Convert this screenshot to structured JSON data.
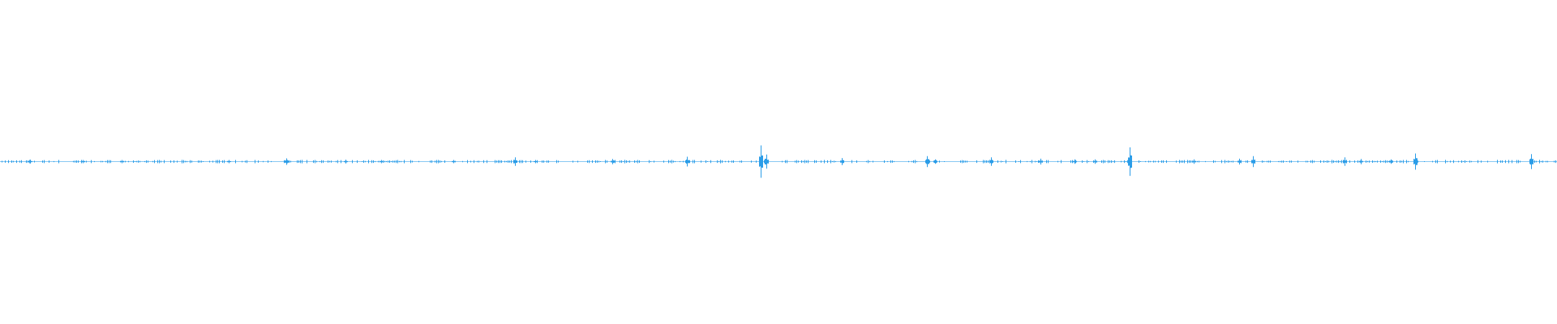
{
  "waveform": {
    "color": "#2b9de8",
    "background": "#ffffff",
    "peaks": [
      {
        "t": 0.0195,
        "amp": 0.12
      },
      {
        "t": 0.0533,
        "amp": 0.1
      },
      {
        "t": 0.0781,
        "amp": 0.08
      },
      {
        "t": 0.1471,
        "amp": 0.08
      },
      {
        "t": 0.1836,
        "amp": 0.2
      },
      {
        "t": 0.2221,
        "amp": 0.12
      },
      {
        "t": 0.2448,
        "amp": 0.08
      },
      {
        "t": 0.291,
        "amp": 0.1
      },
      {
        "t": 0.3307,
        "amp": 0.26
      },
      {
        "t": 0.3438,
        "amp": 0.1
      },
      {
        "t": 0.3932,
        "amp": 0.16
      },
      {
        "t": 0.4414,
        "amp": 0.3
      },
      {
        "t": 0.4883,
        "amp": 1.0
      },
      {
        "t": 0.4922,
        "amp": 0.44
      },
      {
        "t": 0.5404,
        "amp": 0.22
      },
      {
        "t": 0.5951,
        "amp": 0.34
      },
      {
        "t": 0.6003,
        "amp": 0.14
      },
      {
        "t": 0.6367,
        "amp": 0.26
      },
      {
        "t": 0.668,
        "amp": 0.18
      },
      {
        "t": 0.6901,
        "amp": 0.14
      },
      {
        "t": 0.7031,
        "amp": 0.14
      },
      {
        "t": 0.7253,
        "amp": 0.88
      },
      {
        "t": 0.7669,
        "amp": 0.14
      },
      {
        "t": 0.7956,
        "amp": 0.18
      },
      {
        "t": 0.8047,
        "amp": 0.34
      },
      {
        "t": 0.8633,
        "amp": 0.26
      },
      {
        "t": 0.8737,
        "amp": 0.16
      },
      {
        "t": 0.8932,
        "amp": 0.14
      },
      {
        "t": 0.9089,
        "amp": 0.5
      },
      {
        "t": 0.9831,
        "amp": 0.46
      }
    ]
  }
}
